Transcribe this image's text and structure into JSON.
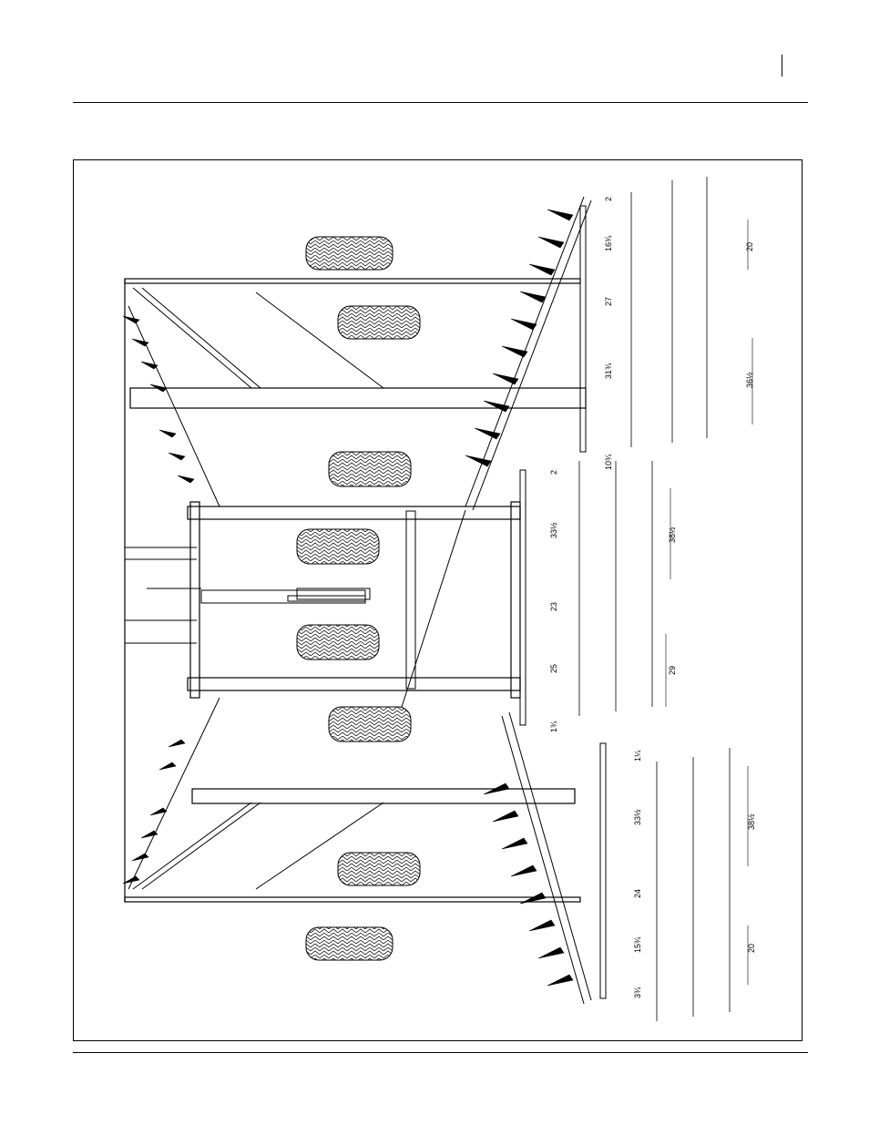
{
  "dimensions": {
    "right_top": {
      "d1": "2",
      "d2": "16¾",
      "d3": "27",
      "d4": "31¾",
      "d5": "10¾",
      "p1": "20",
      "p2": "36½"
    },
    "center": {
      "d1": "2",
      "d2": "33½",
      "d3": "23",
      "d4": "25",
      "d5": "1¾",
      "p1": "38½",
      "p2": "29"
    },
    "right_bottom": {
      "d1": "1¼",
      "d2": "33½",
      "d3": "24",
      "d4": "15¾",
      "d5": "3¾",
      "p1": "38½",
      "p2": "20"
    }
  }
}
